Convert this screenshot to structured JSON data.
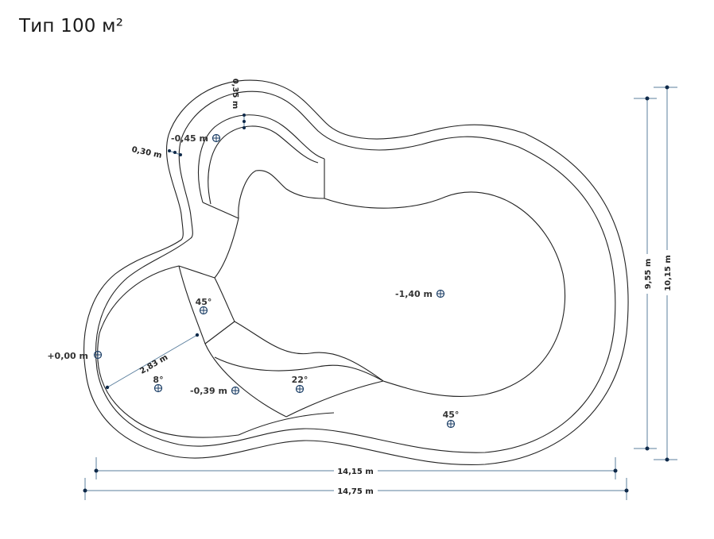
{
  "title": "Тип 100 м²",
  "depth_labels": {
    "shallow_start": "+0,00 m",
    "step_top": "-0,45 m",
    "bench": "-0,39 m",
    "deep": "-1,40 m"
  },
  "slope_labels": {
    "a": "45°",
    "b": "8°",
    "c": "22°",
    "d": "45°"
  },
  "dimensions": {
    "step_width_035": "0,35 m",
    "step_width_030": "0,30 m",
    "diag": "2,83 m",
    "inner_width": "14,15 m",
    "outer_width": "14,75 m",
    "inner_height": "9,55 m",
    "outer_height": "10,15 m"
  },
  "colors": {
    "outline": "#222222",
    "dimension_line": "#5b7f9e",
    "marker": "#1b3e66"
  },
  "icons": {
    "level_marker": "crosshair-circle-icon",
    "endpoint": "dot-icon"
  }
}
